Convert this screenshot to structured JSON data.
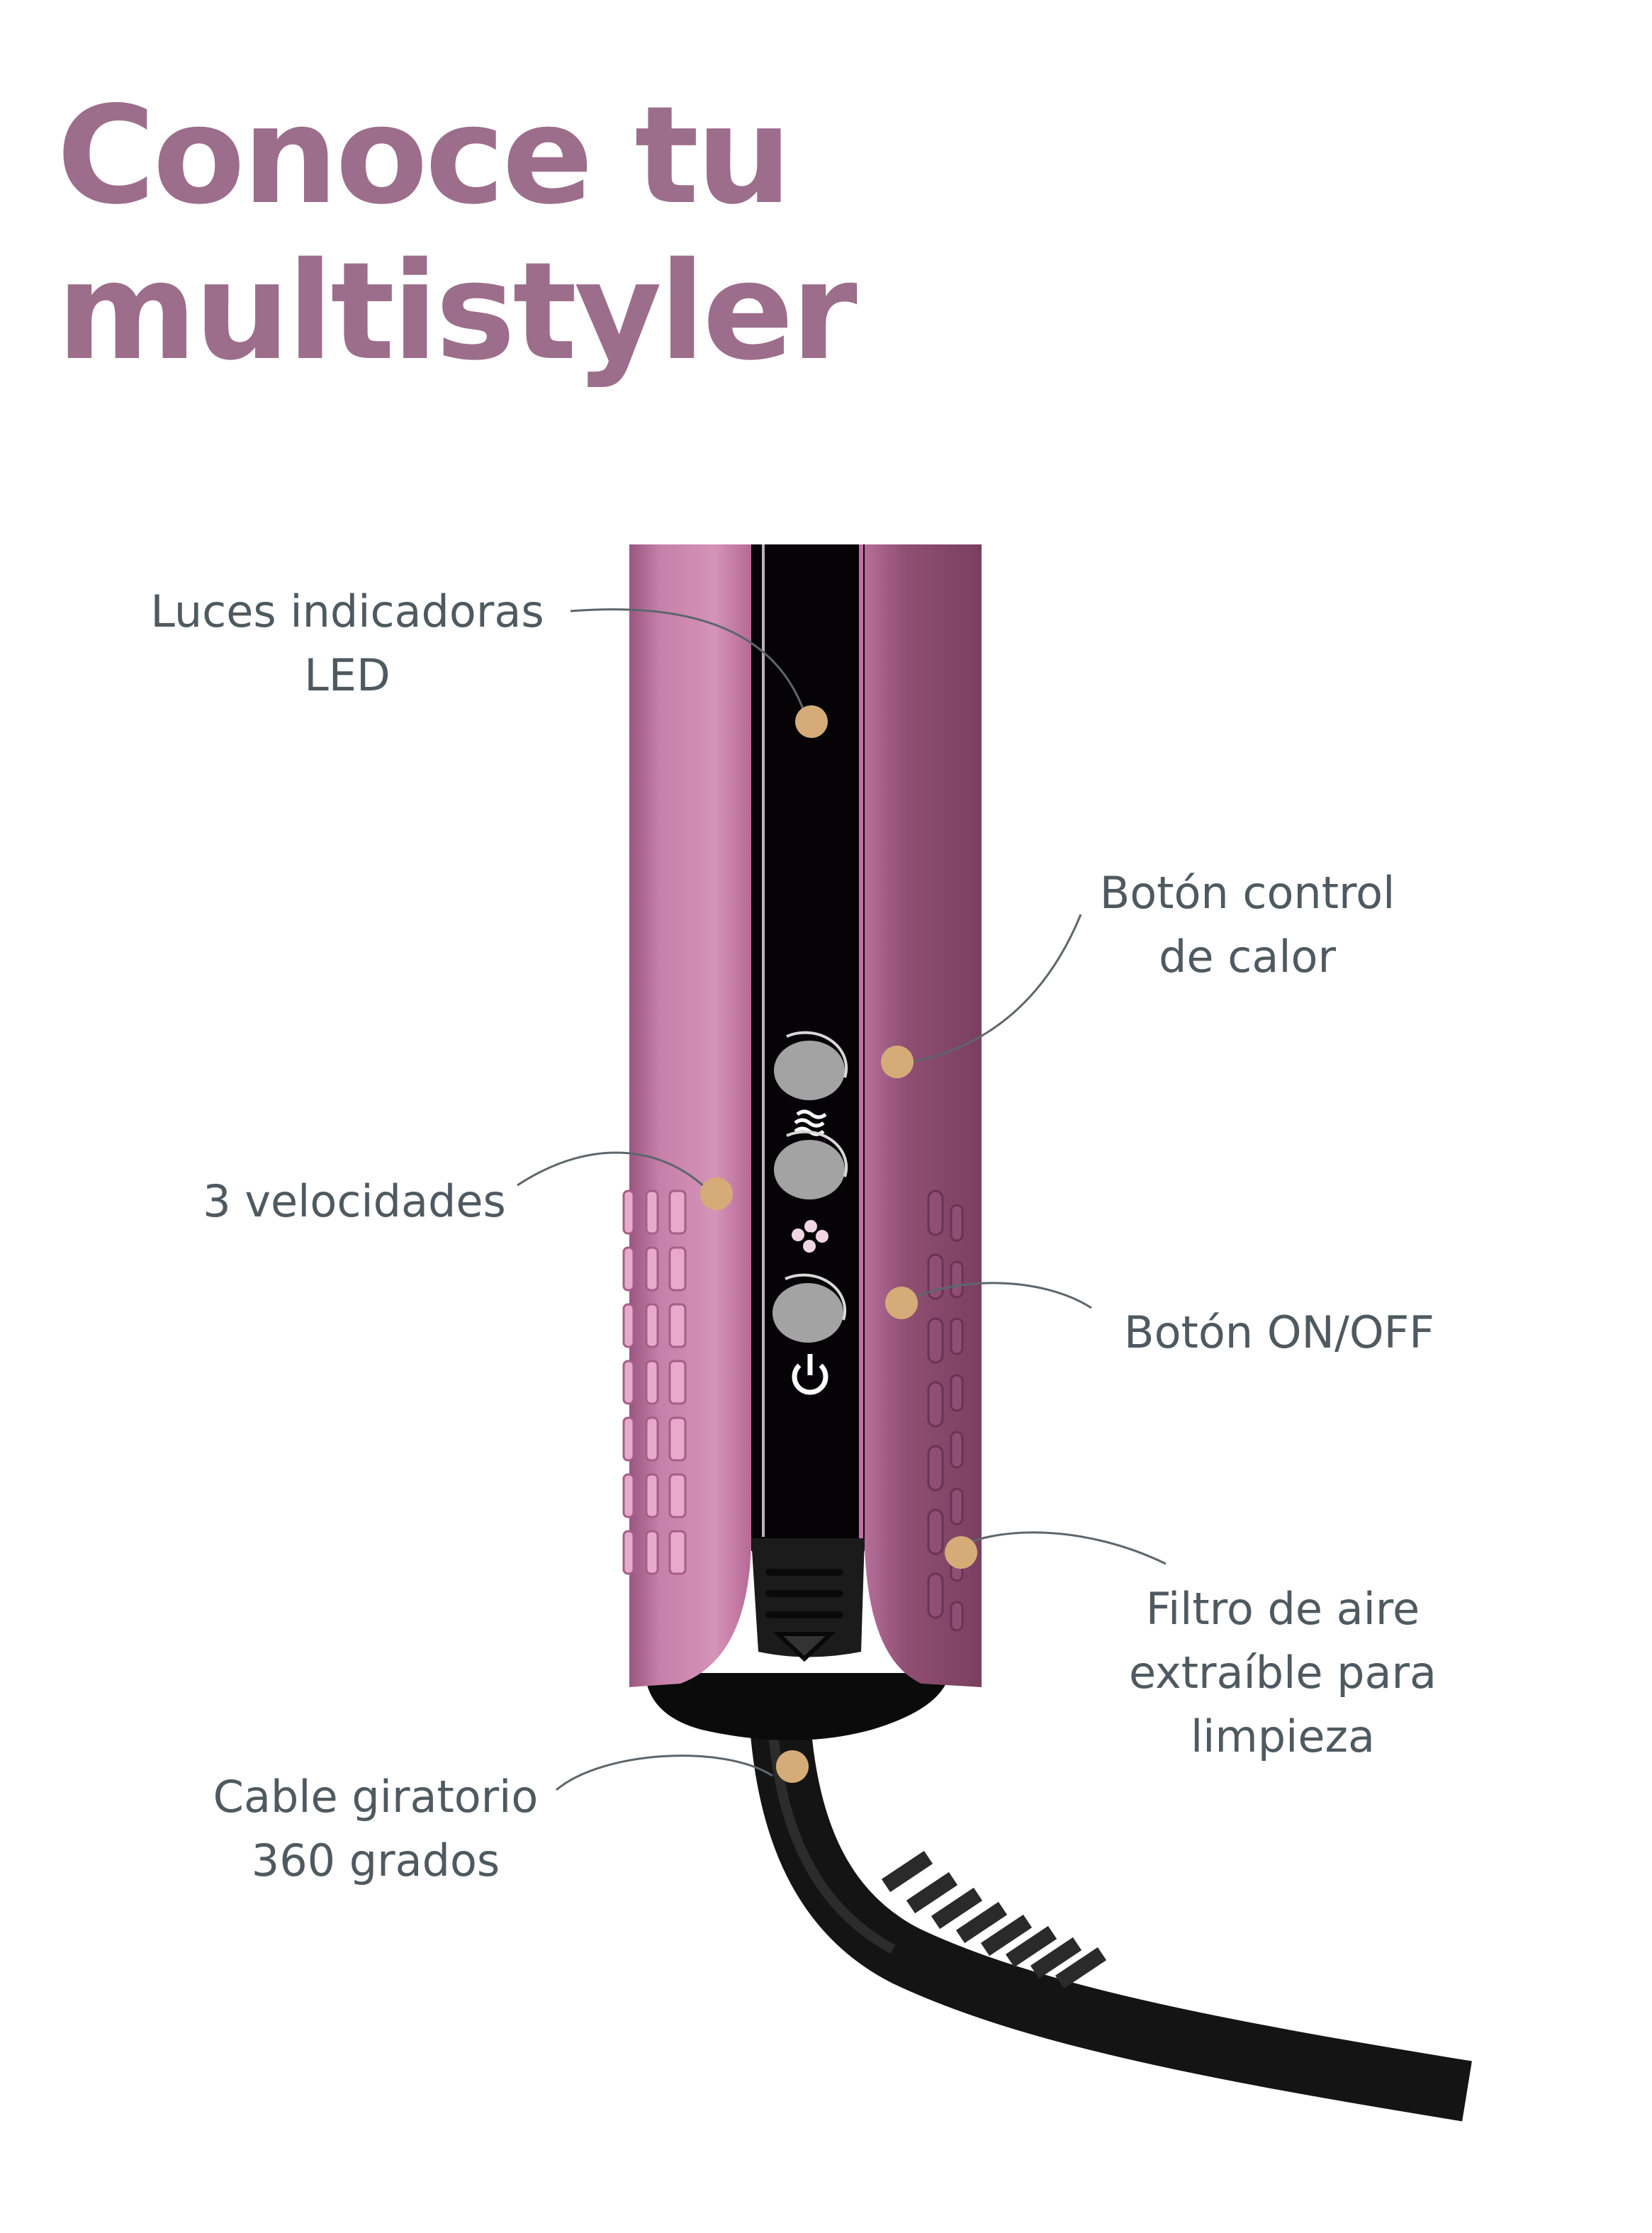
{
  "title": {
    "line1": "Conoce tu",
    "line2": "multistyler",
    "color": "#9c6e8b"
  },
  "colors": {
    "body_pink": "#c77fa8",
    "body_dark": "#8a4a6e",
    "panel_black": "#050305",
    "button_gray": "#a3a3a3",
    "dot_tan": "#d5ac78",
    "leader_line": "#5d666b",
    "label_text": "#4f5a60"
  },
  "callouts": [
    {
      "id": "led",
      "lines": [
        "Luces indicadoras",
        "LED"
      ]
    },
    {
      "id": "heat",
      "lines": [
        "Botón control",
        "de calor"
      ]
    },
    {
      "id": "speeds",
      "lines": [
        "3 velocidades"
      ]
    },
    {
      "id": "power",
      "lines": [
        "Botón ON/OFF"
      ]
    },
    {
      "id": "filter",
      "lines": [
        "Filtro de aire",
        "extraíble para",
        "limpieza"
      ]
    },
    {
      "id": "cable",
      "lines": [
        "Cable giratorio",
        "360 grados"
      ]
    }
  ],
  "device": {
    "panel_icons": [
      "heat-waves-icon",
      "fan-icon",
      "power-icon"
    ],
    "buttons": 3
  }
}
